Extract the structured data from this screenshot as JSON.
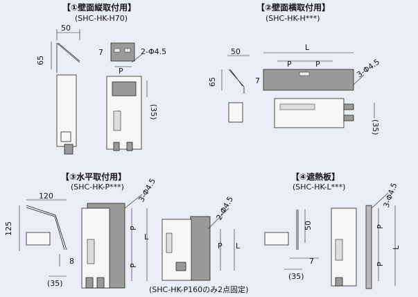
{
  "sections": {
    "s1": {
      "title": "【①壁面縦取付用】",
      "model": "(SHC-HK-H70)"
    },
    "s2": {
      "title": "【②壁面横取付用】",
      "model": "(SHC-HK-H***)"
    },
    "s3": {
      "title": "【③水平取付用】",
      "model": "(SHC-HK-P***)"
    },
    "s4": {
      "title": "【④遮熱板】",
      "model": "(SHC-HK-L***)"
    }
  },
  "dims": {
    "d50": "50",
    "d65": "65",
    "d7": "7",
    "d35": "(35)",
    "d120": "120",
    "d125": "125",
    "d8": "8",
    "P": "P",
    "L": "L",
    "hole2": "2-Φ4.5",
    "hole3": "3-Φ4.5"
  },
  "note": "(SHC-HK-P160のみ2点固定)"
}
